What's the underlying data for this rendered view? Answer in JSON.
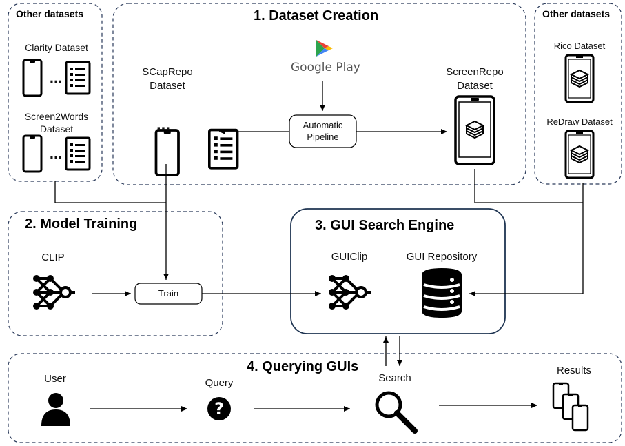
{
  "panels": {
    "dataset_creation": "1. Dataset Creation",
    "model_training": "2. Model Training",
    "gui_search_engine": "3. GUI Search Engine",
    "querying_guis": "4. Querying GUIs",
    "other_left": "Other datasets",
    "other_right": "Other datasets"
  },
  "datasets": {
    "clarity": "Clarity Dataset",
    "screen2words_line1": "Screen2Words",
    "screen2words_line2": "Dataset",
    "scaprepo_line1": "SCapRepo",
    "scaprepo_line2": "Dataset",
    "screenrepo_line1": "ScreenRepo",
    "screenrepo_line2": "Dataset",
    "rico": "Rico Dataset",
    "redraw": "ReDraw Dataset"
  },
  "google_play": "Google Play",
  "pipeline_line1": "Automatic",
  "pipeline_line2": "Pipeline",
  "train": "Train",
  "clip": "CLIP",
  "guiclip": "GUIClip",
  "gui_repository": "GUI Repository",
  "user": "User",
  "query": "Query",
  "search": "Search",
  "results": "Results",
  "ellipsis": "...",
  "icons": [
    "google-play-logo",
    "phone-icon",
    "list-icon",
    "book-stack-icon",
    "neural-network-icon",
    "database-icon",
    "user-icon",
    "question-icon",
    "magnifier-icon",
    "phones-stack-icon"
  ],
  "colors": {
    "panel_border": "#2a3a5a",
    "search_engine_border": "#1f3552",
    "stroke": "#000000"
  }
}
